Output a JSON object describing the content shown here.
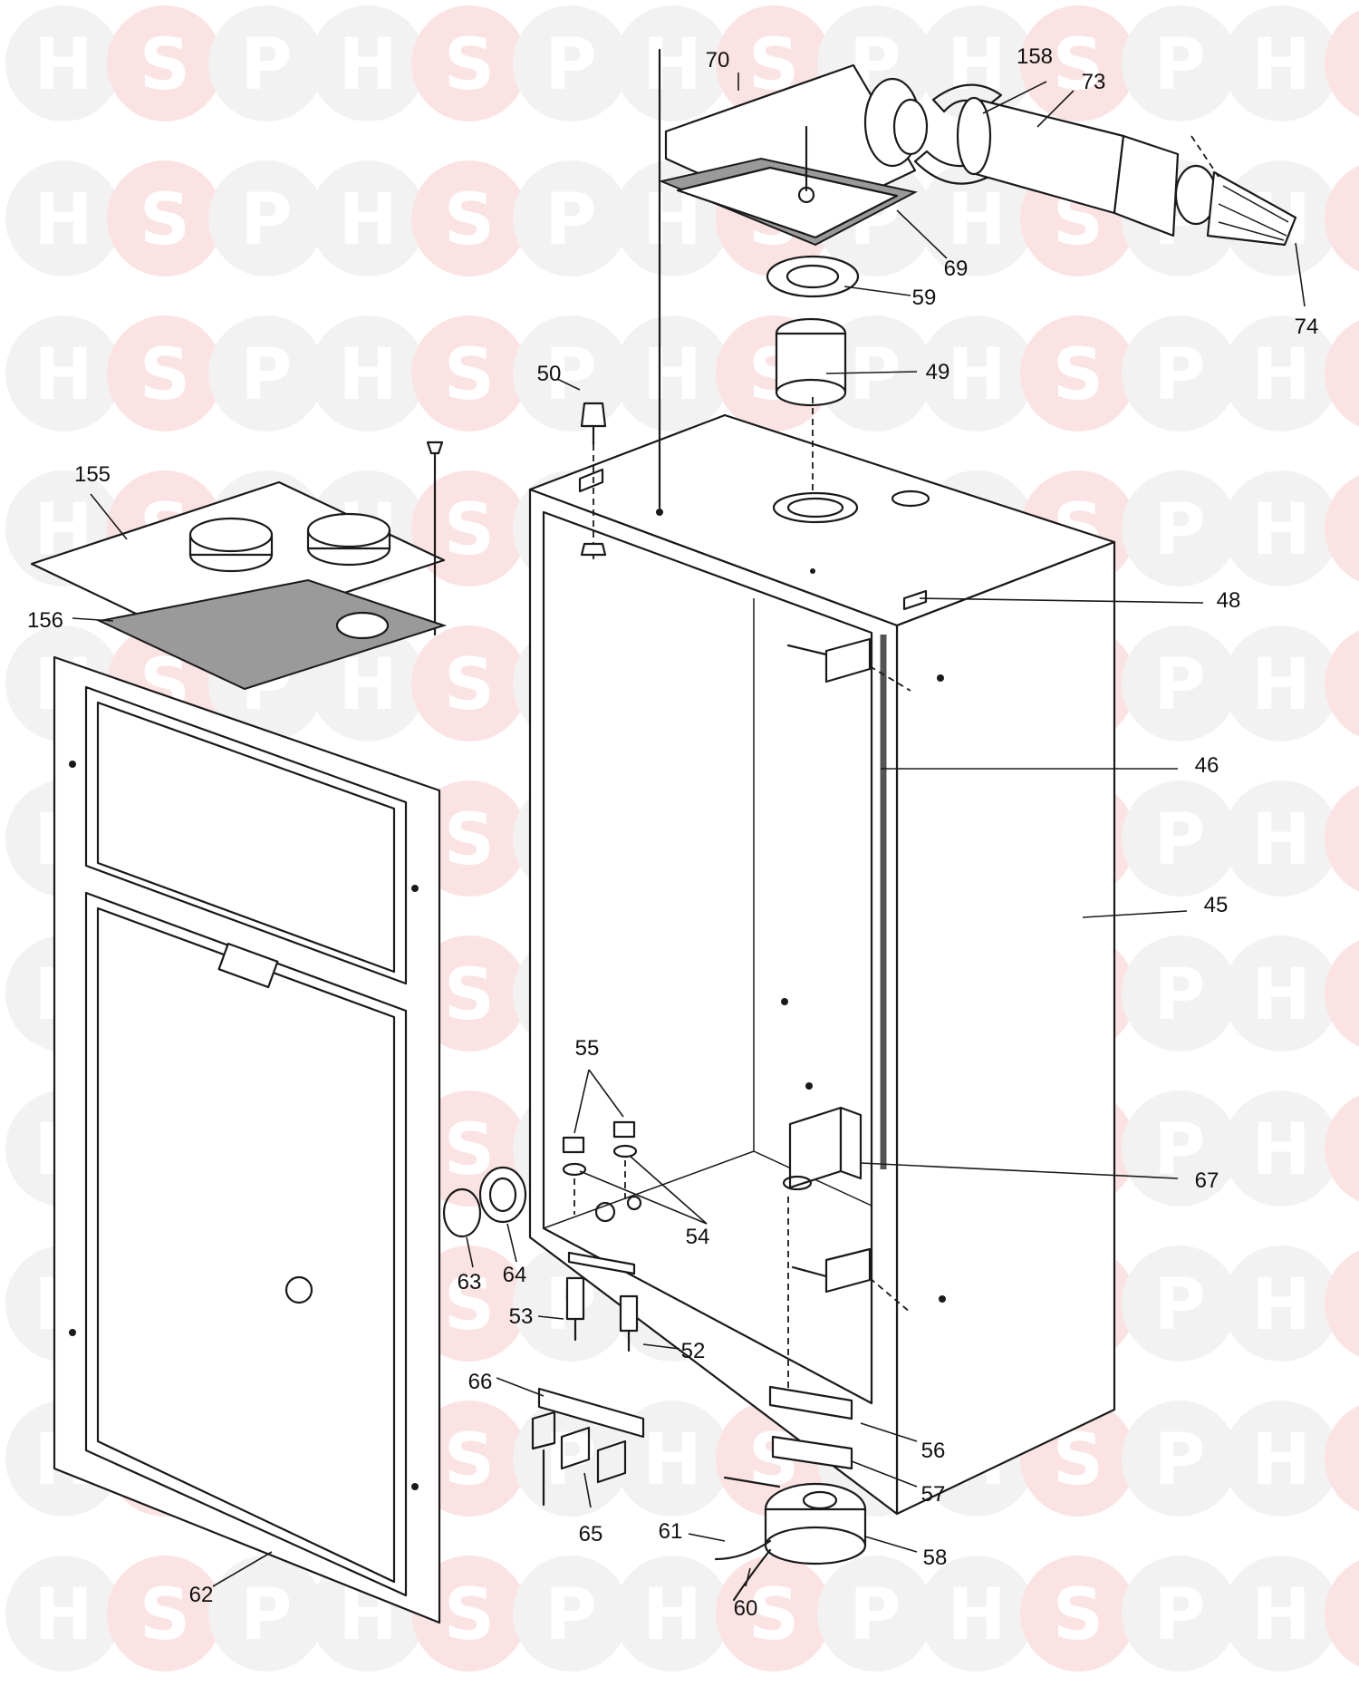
{
  "watermark": {
    "letters": [
      "H",
      "S",
      "P"
    ],
    "colors": {
      "h": "#f2f2f2",
      "s": "#fbe3e3",
      "p": "#f2f2f2"
    }
  },
  "labels": {
    "l45": "45",
    "l46": "46",
    "l48": "48",
    "l49": "49",
    "l50": "50",
    "l52": "52",
    "l53": "53",
    "l54": "54",
    "l55": "55",
    "l56": "56",
    "l57": "57",
    "l58": "58",
    "l59": "59",
    "l60": "60",
    "l61": "61",
    "l62": "62",
    "l63": "63",
    "l64": "64",
    "l65": "65",
    "l66": "66",
    "l67": "67",
    "l69": "69",
    "l70": "70",
    "l73": "73",
    "l74": "74",
    "l155": "155",
    "l156": "156",
    "l158": "158"
  }
}
